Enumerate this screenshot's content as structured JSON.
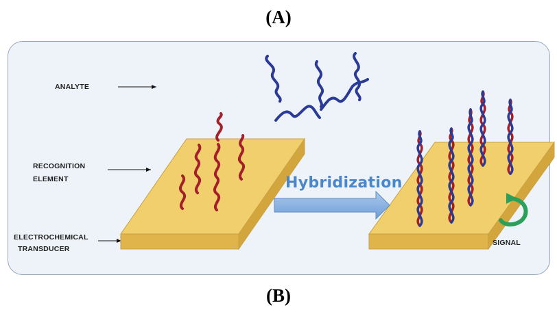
{
  "panel_a_label": "(A)",
  "panel_b_label": "(B)",
  "labels": {
    "analyte": "ANALYTE",
    "recognition_line1": "RECOGNITION",
    "recognition_line2": "ELEMENT",
    "transducer_line1": "ELECTROCHEMICAL",
    "transducer_line2": "TRANSDUCER",
    "hybridization": "Hybridization",
    "signal": "SIGNAL"
  },
  "colors": {
    "panel_bg": "#eef3f9",
    "panel_border": "#93a6bb",
    "platform_top": "#f0cf6c",
    "platform_side": "#e0b44a",
    "ssdna_red": "#a3202a",
    "ssdna_blue": "#2a3a96",
    "arrow_blue": "#8fb4e0",
    "signal_green": "#2aa05a"
  },
  "icons": [
    "ssdna-strand",
    "double-helix-dna",
    "curved-signal-arrow"
  ]
}
